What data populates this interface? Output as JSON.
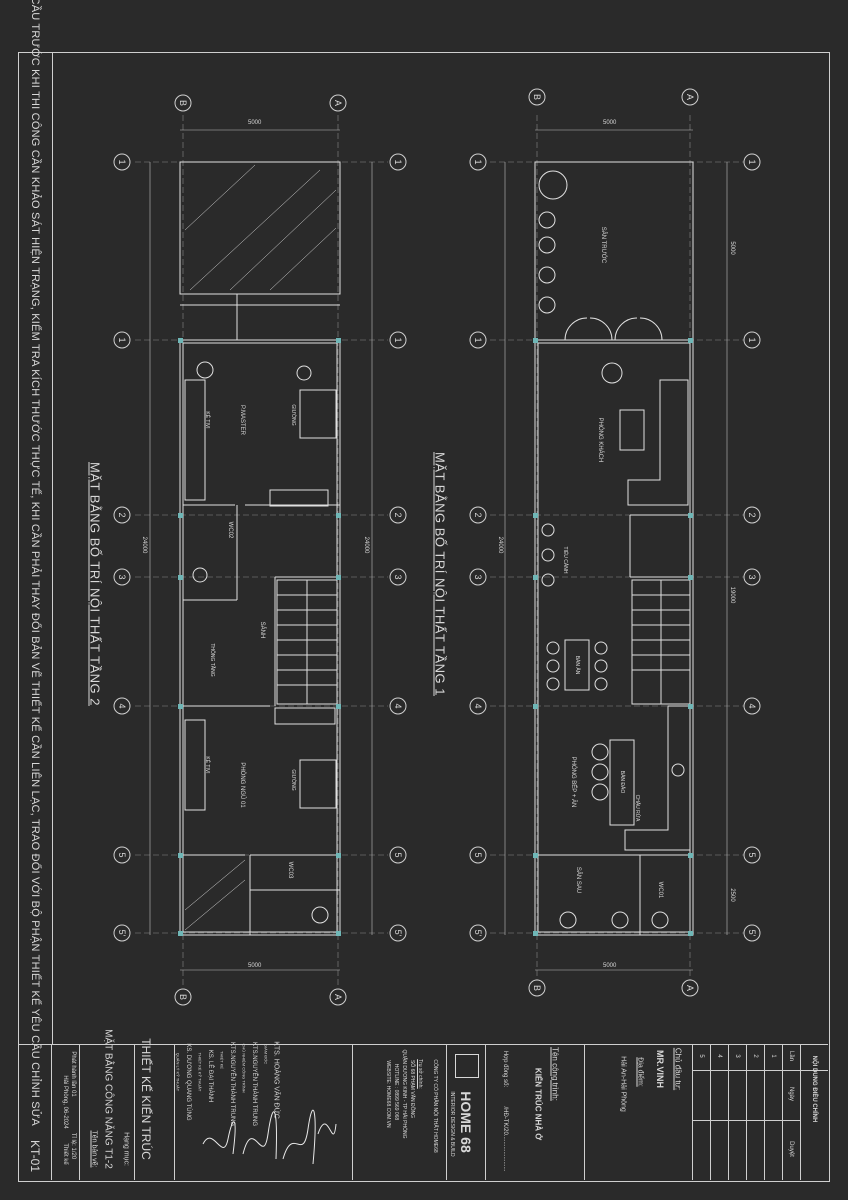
{
  "notice": "YÊU CẦU TRƯỚC KHI THI CÔNG CẦN KHẢO SÁT HIỆN TRẠNG, KIỂM TRA KÍCH THƯỚC THỰC TẾ, KHI CẦN PHẢI THAY ĐỔI BẢN VẼ THIẾT KẾ CẦN LIÊN LẠC, TRAO ĐỔI VỚI BỘ PHẬN THIẾT KẾ YÊU CẦU CHỈNH SỬA",
  "plans": {
    "floor2": {
      "title": "MẶT BẰNG BỐ TRÍ NỘI THẤT TẦNG 2",
      "rooms": {
        "master": "P.MASTER",
        "bed01": "PHÒNG NGỦ 01",
        "wc02": "WC02",
        "wc03": "WC03",
        "gang": "SẢNH",
        "thong_tang": "THÔNG TẦNG",
        "giuong": "GIƯỜNG",
        "ke_tivi": "KỆ TIVI"
      }
    },
    "floor1": {
      "title": "MẶT BẰNG BỐ TRÍ NỘI THẤT TẦNG 1",
      "rooms": {
        "san_truoc": "SÂN TRƯỚC",
        "khach": "PHÒNG KHÁCH",
        "bep": "PHÒNG BẾP + ĂN",
        "san_sau": "SÂN SAU",
        "wc01": "WC01",
        "ban_dao": "BÀN ĐẢO",
        "tieu_canh": "TIỂU CẢNH",
        "ban_an": "BÀN ĂN",
        "chau_rua": "CHẬU RỬA"
      }
    }
  },
  "grid": {
    "axes": [
      "1'",
      "1",
      "2",
      "3",
      "4",
      "5",
      "5'"
    ],
    "cols": [
      "A",
      "B"
    ],
    "dims": {
      "w": "5000",
      "l": "24000",
      "l1": "19000",
      "d1": "5000",
      "d2": "2500"
    }
  },
  "title_block": {
    "revision": {
      "title": "NỘI DUNG ĐIỀU CHỈNH",
      "col_lan": "Lần",
      "col_ngay": "Ngày",
      "col_duyet": "Duyệt",
      "rows": [
        "1",
        "2",
        "3",
        "4",
        "5"
      ]
    },
    "owner": {
      "label": "Chủ đầu tư:",
      "value": "MR.VINH",
      "place_label": "Địa điểm:",
      "place_value": "Hải An-Hải Phòng"
    },
    "project": {
      "label": "Tên công trình:",
      "value": "KIẾN TRÚC NHÀ Ở",
      "contract_label": "Hợp đồng số:",
      "contract_value": "/HĐ-TK/20......................"
    },
    "company": {
      "brand": "HOME 68",
      "tagline": "INTERIOR DESIGN & BUILD",
      "name": "CÔNG TY CỔ PHẦN NỘI THẤT HOME68",
      "info": [
        "Trụ sở chính:",
        "SỐ 68 PHẠM VĂN ĐỒNG",
        "QUẬN DƯƠNG KINH - TP HẢI PHÒNG",
        "HOTLINE : 0899 569 068",
        "WEBSITE: HOME68.COM.VN"
      ]
    },
    "staff": [
      {
        "role": "GIÁM ĐỐC",
        "name": "KTS. HOÀNG VĂN ĐỨC"
      },
      {
        "role": "CHỦ NHIỆM CÔNG TRÌNH",
        "name": "KTS.NGUYỄN THÀNH TRUNG"
      },
      {
        "role": "THIẾT KẾ",
        "name": "KTS.NGUYỄN THÀNH TRUNG"
      },
      {
        "role": "THIẾT KẾ KỸ THUẬT",
        "name": "KS. LÊ ĐẠI THÀNH"
      },
      {
        "role": "QUẢN LÝ KỸ THUẬT",
        "name": "KS. DƯƠNG QUANG TÙNG"
      }
    ],
    "phase": {
      "label": "Hạng mục:",
      "value": "THIẾT KẾ KIẾN TRÚC"
    },
    "drawing": {
      "label": "Tên bản vẽ:",
      "value": "MẶT BẰNG CÔNG NĂNG T1-2"
    },
    "scale": "Tỉ lệ: 1/20",
    "sheet_count": "Phát hành lần 01",
    "date": "Hải Phòng, 06-2024",
    "drawn": "Thiết kế",
    "sheet_label": "KT-01"
  }
}
